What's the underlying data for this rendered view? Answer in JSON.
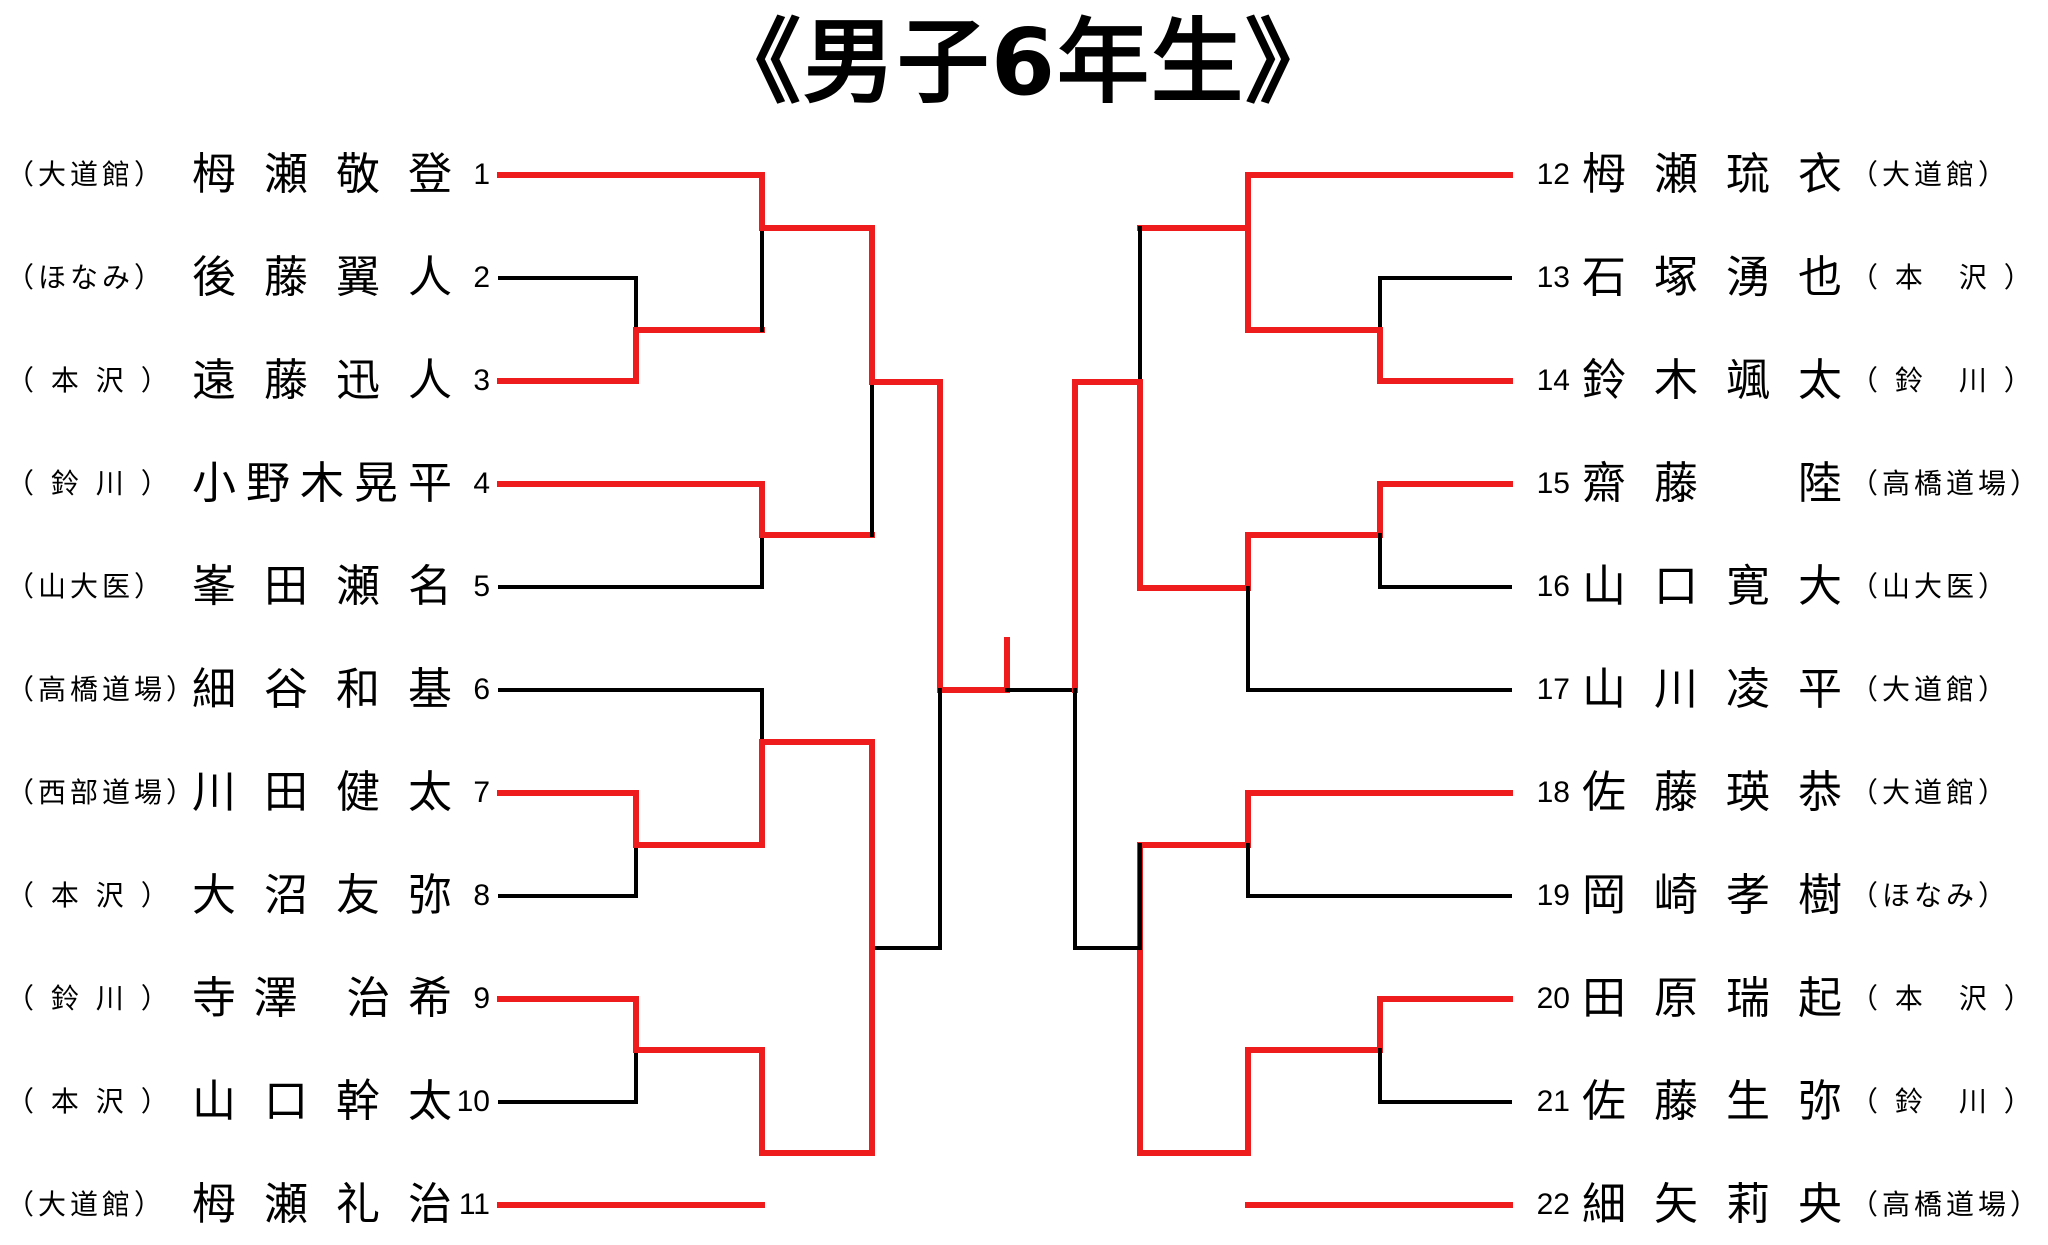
{
  "title": "《男子6年生》",
  "left": [
    {
      "club": "（大道館）",
      "name": "栂瀬敬登",
      "seed": "1"
    },
    {
      "club": "（ほなみ）",
      "name": "後藤翼人",
      "seed": "2"
    },
    {
      "club": "（ 本 沢 ）",
      "name": "遠藤迅人",
      "seed": "3"
    },
    {
      "club": "（ 鈴 川 ）",
      "name": "小野木晃平",
      "seed": "4"
    },
    {
      "club": "（山大医）",
      "name": "峯田瀬名",
      "seed": "5"
    },
    {
      "club": "（高橋道場）",
      "name": "細谷和基",
      "seed": "6"
    },
    {
      "club": "（西部道場）",
      "name": "川田健太",
      "seed": "7"
    },
    {
      "club": "（ 本 沢 ）",
      "name": "大沼友弥",
      "seed": "8"
    },
    {
      "club": "（ 鈴 川 ）",
      "name": "寺澤 治希",
      "seed": "9"
    },
    {
      "club": "（ 本 沢 ）",
      "name": "山口幹太",
      "seed": "10"
    },
    {
      "club": "（大道館）",
      "name": "栂瀬礼治",
      "seed": "11"
    }
  ],
  "right": [
    {
      "seed": "12",
      "name": "栂瀬琉衣",
      "club": "（大道館）"
    },
    {
      "seed": "13",
      "name": "石塚湧也",
      "club": "（ 本　沢 ）"
    },
    {
      "seed": "14",
      "name": "鈴木颯太",
      "club": "（ 鈴　川 ）"
    },
    {
      "seed": "15",
      "name": "齋藤　陸",
      "club": "（高橋道場）"
    },
    {
      "seed": "16",
      "name": "山口寛大",
      "club": "（山大医）"
    },
    {
      "seed": "17",
      "name": "山川凌平",
      "club": "（大道館）"
    },
    {
      "seed": "18",
      "name": "佐藤瑛恭",
      "club": "（大道館）"
    },
    {
      "seed": "19",
      "name": "岡崎孝樹",
      "club": "（ほなみ）"
    },
    {
      "seed": "20",
      "name": "田原瑞起",
      "club": "（ 本　沢 ）"
    },
    {
      "seed": "21",
      "name": "佐藤生弥",
      "club": "（ 鈴　川 ）"
    },
    {
      "seed": "22",
      "name": "細矢莉央",
      "club": "（高橋道場）"
    }
  ],
  "colors": {
    "winner": "#ee1c1c",
    "loser": "#000000"
  }
}
